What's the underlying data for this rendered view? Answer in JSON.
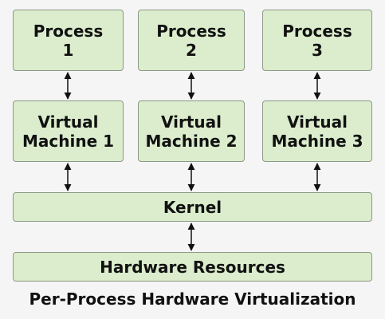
{
  "diagram": {
    "processes": [
      {
        "line1": "Process",
        "line2": "1"
      },
      {
        "line1": "Process",
        "line2": "2"
      },
      {
        "line1": "Process",
        "line2": "3"
      }
    ],
    "virtual_machines": [
      {
        "line1": "Virtual",
        "line2": "Machine 1"
      },
      {
        "line1": "Virtual",
        "line2": "Machine 2"
      },
      {
        "line1": "Virtual",
        "line2": "Machine 3"
      }
    ],
    "kernel": "Kernel",
    "hardware": "Hardware Resources",
    "caption": "Per-Process Hardware Virtualization"
  },
  "colors": {
    "box_fill": "#dbedcc",
    "box_border": "#8c9988",
    "background": "#f5f5f5",
    "arrow": "#111111"
  }
}
